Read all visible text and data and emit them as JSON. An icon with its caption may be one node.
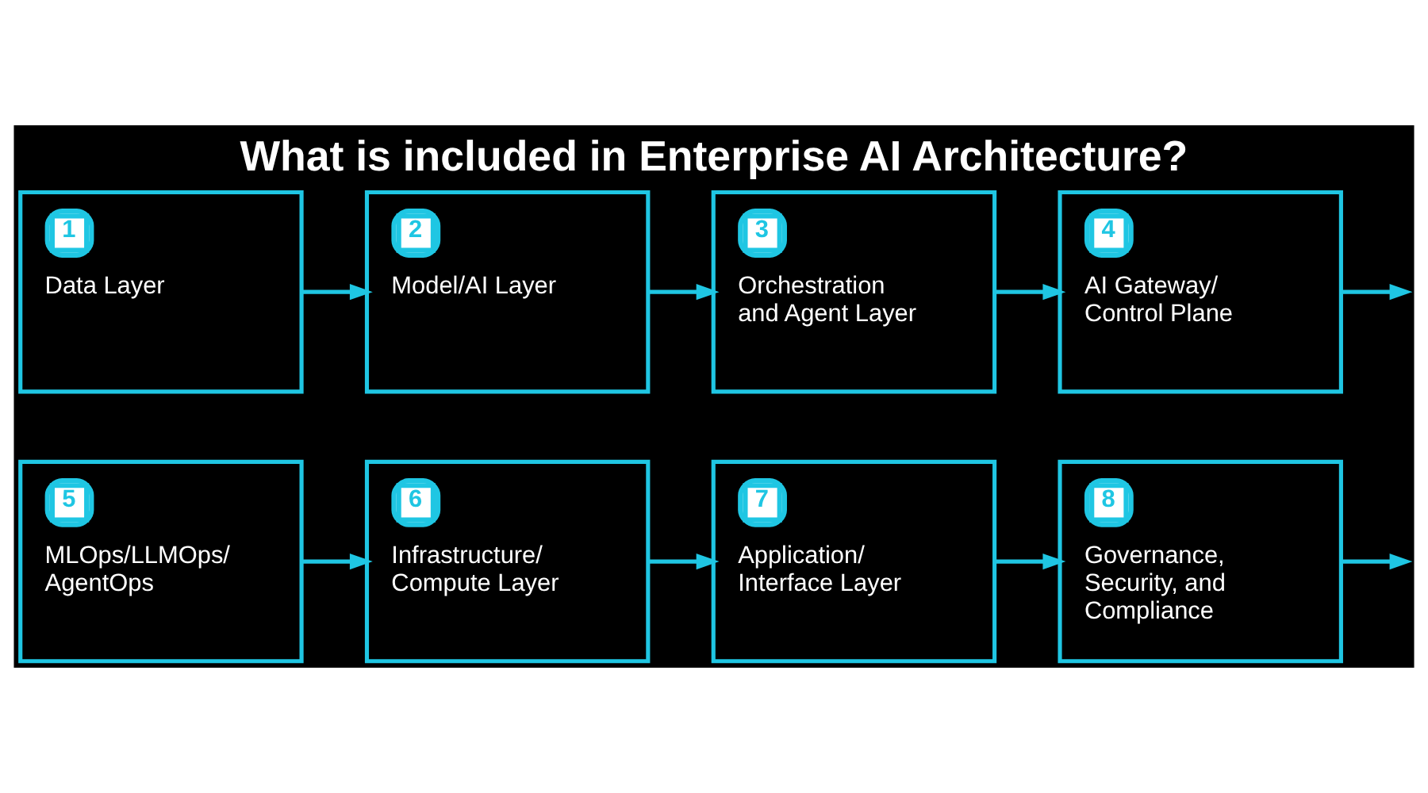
{
  "diagram": {
    "title": "What is included in Enterprise AI Architecture?",
    "nodes": [
      {
        "text": [
          "1",
          "Data Layer"
        ]
      },
      {
        "text": [
          "2",
          "Model/AI Layer"
        ]
      },
      {
        "text": [
          "3",
          "Orchestration and Agent Layer"
        ]
      },
      {
        "text": [
          "4",
          "AI Gateway/ Control Plane"
        ]
      },
      {
        "text": [
          "5",
          "MLOps/LLMOps/ AgentOps"
        ]
      },
      {
        "text": [
          "6",
          "Infrastructure/ Compute Layer"
        ]
      },
      {
        "text": [
          "7",
          "Application/ Interface Layer"
        ]
      },
      {
        "text": [
          "8",
          "Governance, Security, and Compliance"
        ]
      }
    ],
    "edges": [
      {
        "from": 0,
        "to": 1,
        "arrow": "to"
      },
      {
        "from": 1,
        "to": 2,
        "arrow": "to"
      },
      {
        "from": 2,
        "to": 3,
        "arrow": "to"
      },
      {
        "from": 3,
        "to": null,
        "arrow": "to"
      },
      {
        "from": 4,
        "to": 5,
        "arrow": "to"
      },
      {
        "from": 5,
        "to": 6,
        "arrow": "to"
      },
      {
        "from": 6,
        "to": 7,
        "arrow": "to"
      },
      {
        "from": 7,
        "to": null,
        "arrow": "to"
      }
    ]
  }
}
